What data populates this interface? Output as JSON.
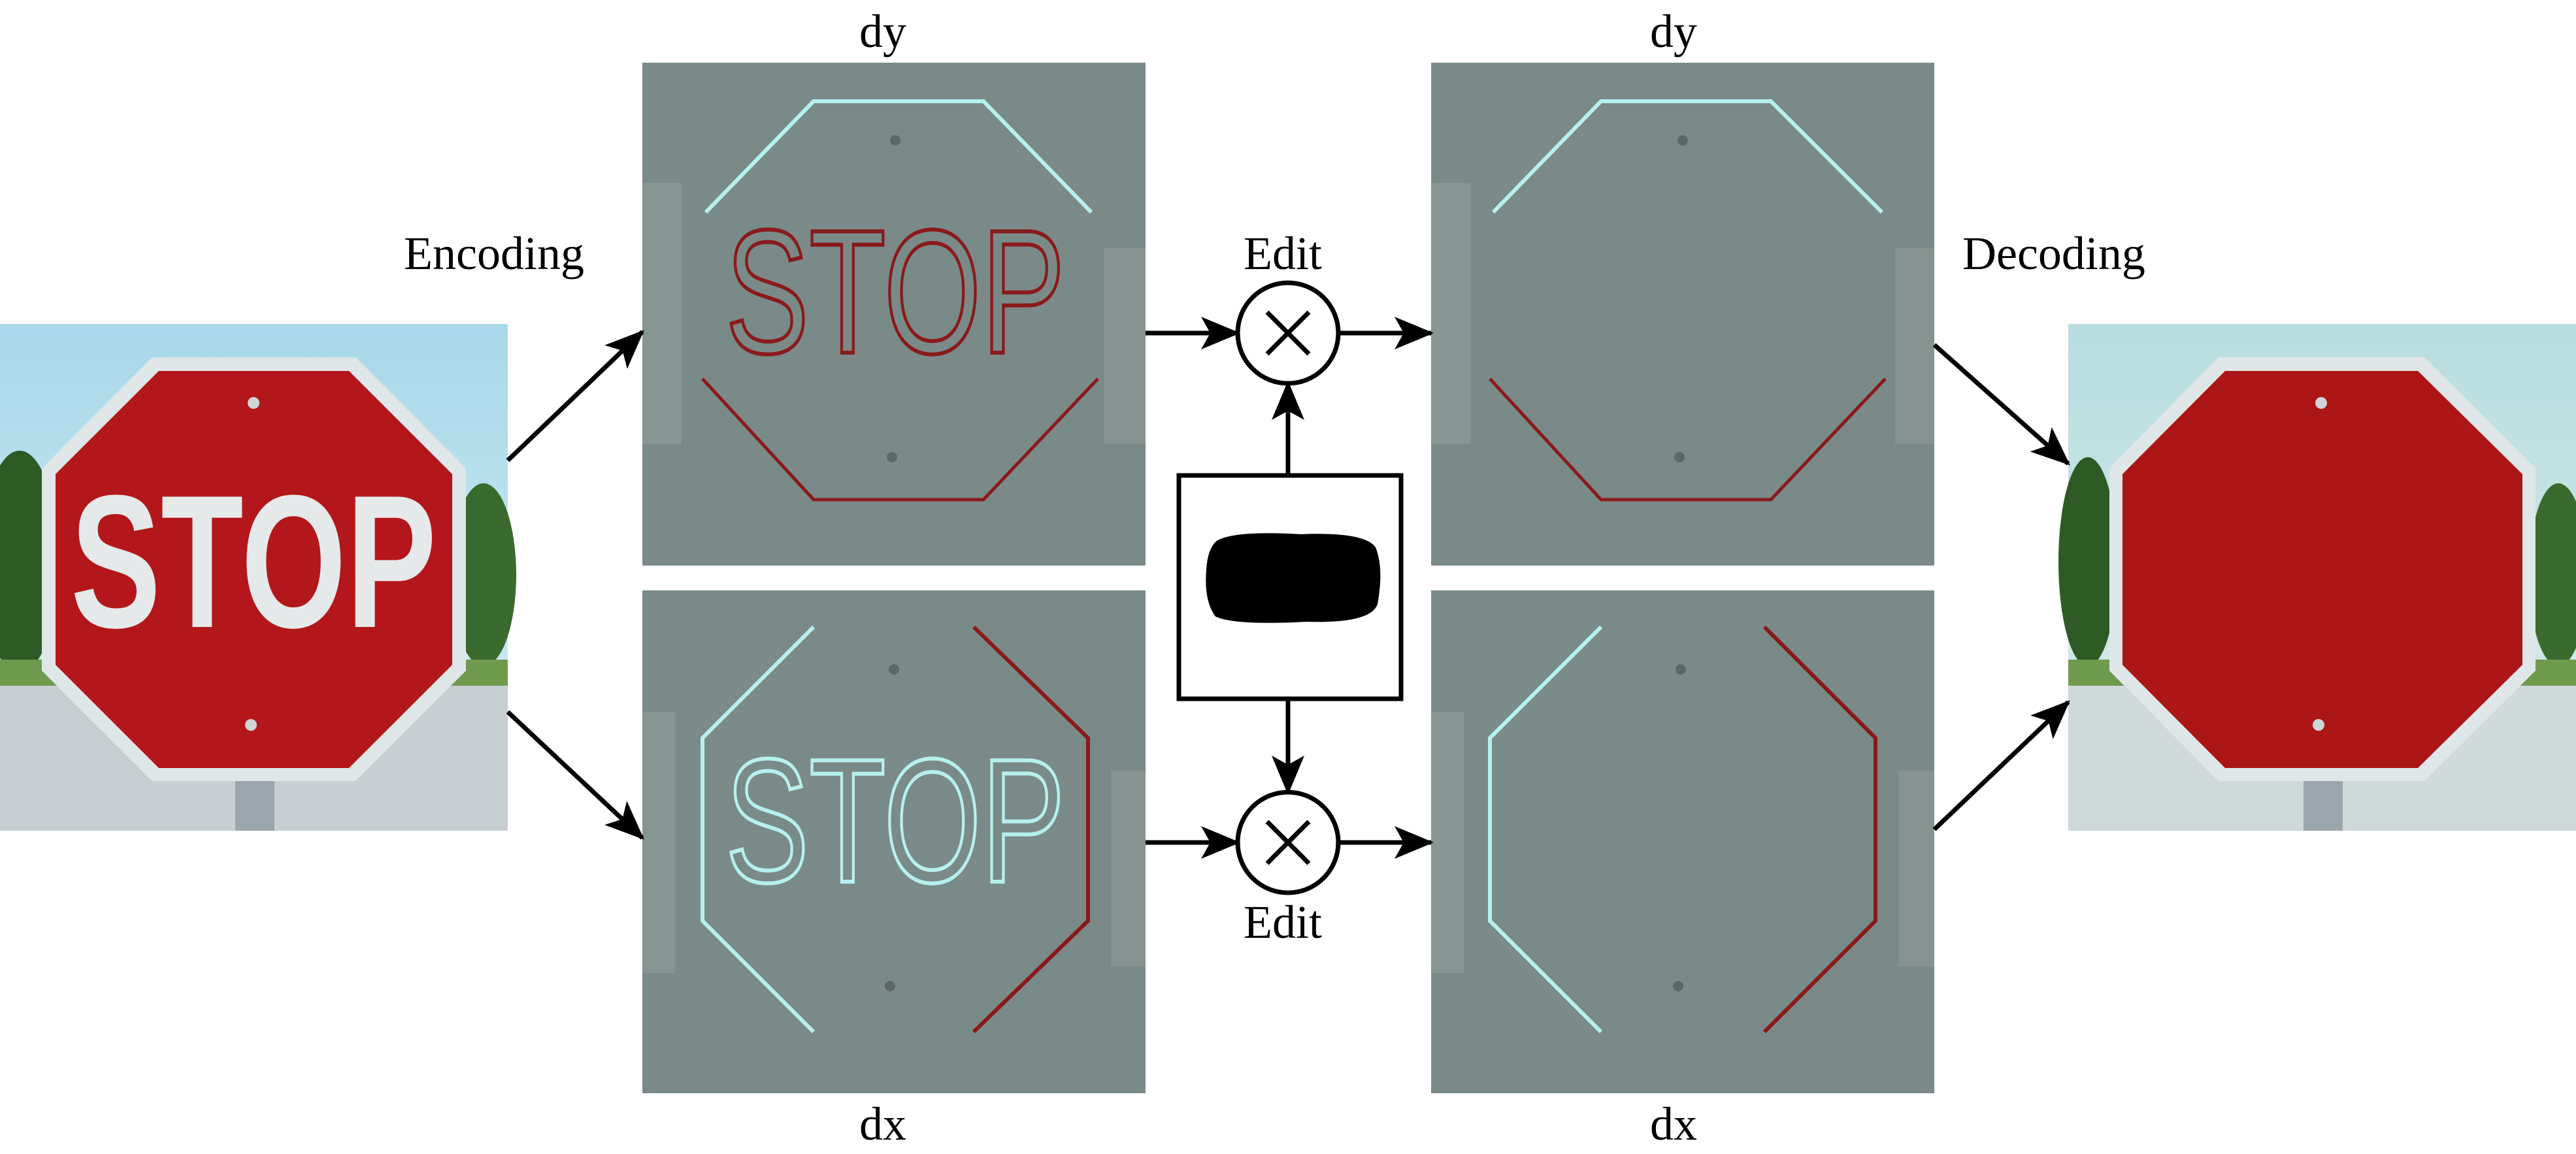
{
  "labels": {
    "encoding": "Encoding",
    "decoding": "Decoding",
    "edit_top": "Edit",
    "edit_bottom": "Edit",
    "dy_in": "dy",
    "dx_in": "dx",
    "dy_out": "dy",
    "dx_out": "dx"
  },
  "images": {
    "input_photo": {
      "sign_text": "STOP"
    },
    "dy_in_panel": {
      "sign_text": "STOP"
    },
    "dx_in_panel": {
      "sign_text": "STOP"
    }
  },
  "colors": {
    "gradient_bg": "#7a8a88",
    "sign_red": "#b3171b",
    "sign_red_clean": "#ad1616",
    "sky": "#bfe0ea",
    "edge_cyan": "#b6f0ee",
    "edge_red": "#8a1a1a"
  }
}
